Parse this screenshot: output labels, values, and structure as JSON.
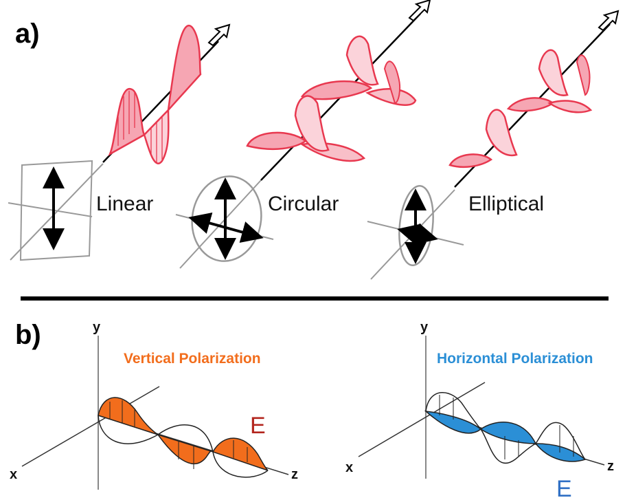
{
  "panel_a": {
    "label": "a)",
    "linear": {
      "label": "Linear"
    },
    "circular": {
      "label": "Circular"
    },
    "elliptical": {
      "label": "Elliptical"
    }
  },
  "panel_b": {
    "label": "b)",
    "vertical": {
      "title": "Vertical Polarization",
      "field_label": "E",
      "axis_x": "x",
      "axis_y": "y",
      "axis_z": "z"
    },
    "horizontal": {
      "title": "Horizontal Polarization",
      "field_label": "E",
      "axis_x": "x",
      "axis_y": "y",
      "axis_z": "z"
    }
  },
  "colors": {
    "wave_red": "#e8384f",
    "wave_red_light": "#f7b8c1",
    "vertical_orange": "#f26d1c",
    "horizontal_blue": "#2b8fd6",
    "e_vertical": "#b3261e",
    "e_horizontal": "#2f6fc4"
  }
}
